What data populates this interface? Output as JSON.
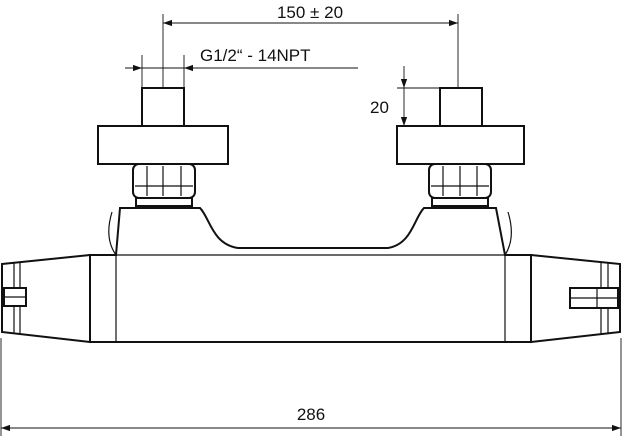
{
  "dimensions": {
    "spacing": "150  ± 20",
    "thread": "G1/2“ - 14NPT",
    "inlet_height": "20",
    "overall_width": "286"
  }
}
